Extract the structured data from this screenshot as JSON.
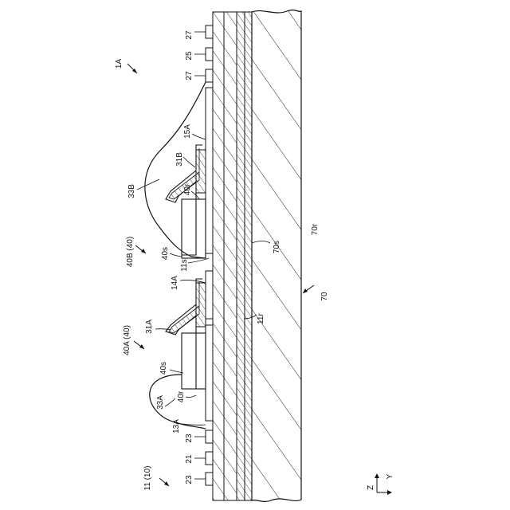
{
  "figure": {
    "labels": {
      "l_27_top": "27",
      "l_25": "25",
      "l_27_mid": "27",
      "l_1A": "1A",
      "l_15A": "15A",
      "l_31B": "31B",
      "l_33B": "33B",
      "l_40r_b": "40r",
      "l_40B": "40B (40)",
      "l_40s_b": "40s",
      "l_11s": "11s",
      "l_70s": "70s",
      "l_70r": "70r",
      "l_14A": "14A",
      "l_70": "70",
      "l_11r": "11r",
      "l_31A": "31A",
      "l_40A": "40A (40)",
      "l_40s_a": "40s",
      "l_40r_a": "40r",
      "l_33A": "33A",
      "l_13A": "13A",
      "l_23_a": "23",
      "l_21": "21",
      "l_23_b": "23",
      "l_11": "11 (10)",
      "axis_z": "Z",
      "axis_y": "Y"
    }
  }
}
